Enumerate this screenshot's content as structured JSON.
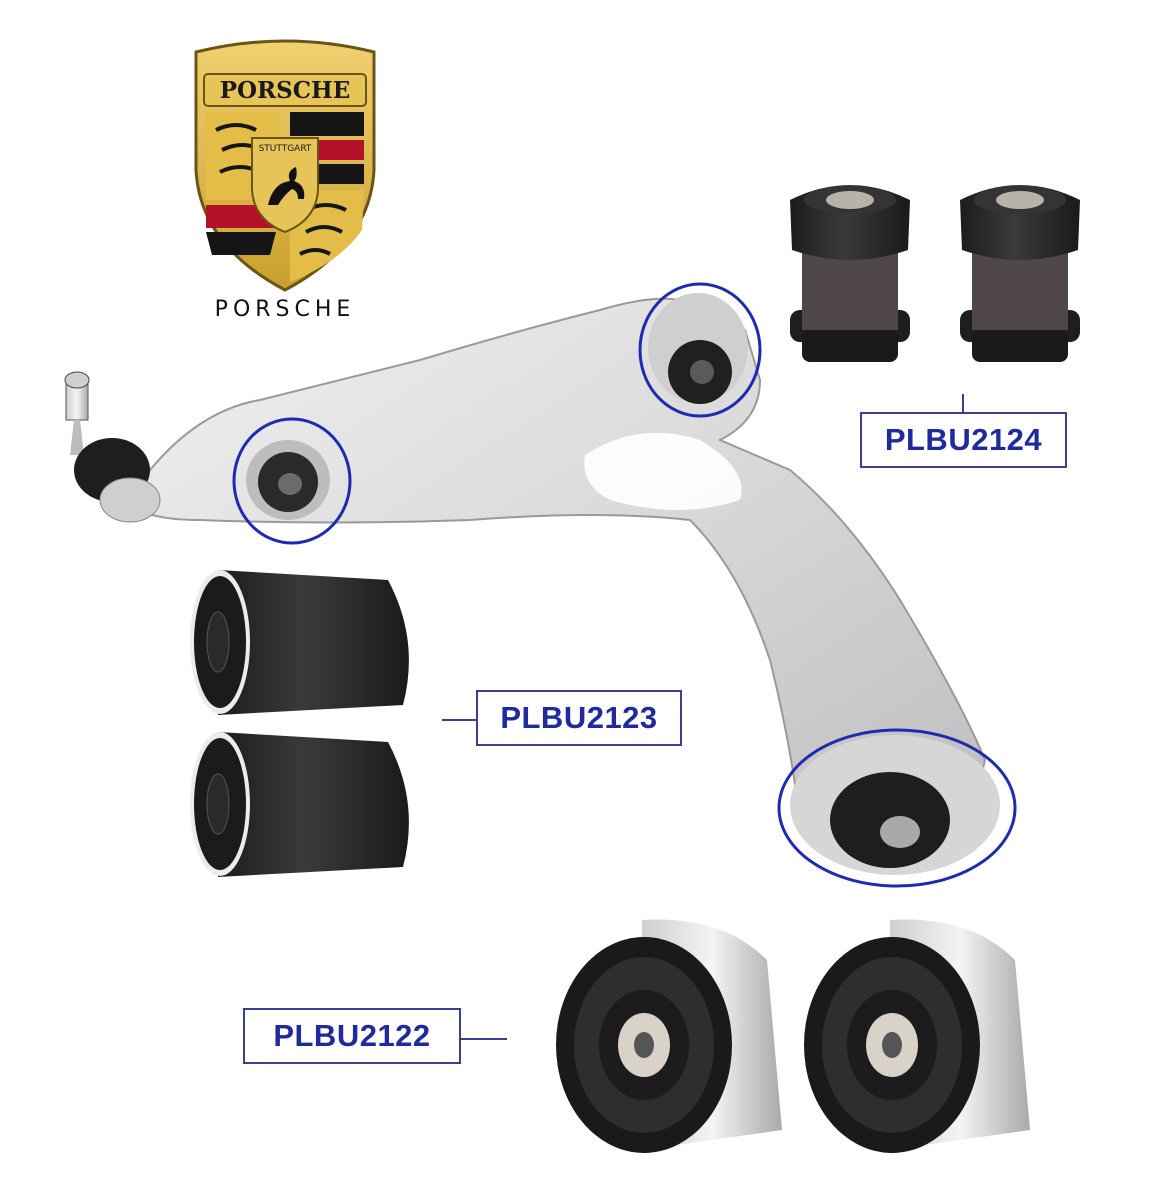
{
  "brand": {
    "crest_top_text": "PORSCHE",
    "crest_center_text": "STUTTGART",
    "wordmark": "PORSCHE"
  },
  "labels": {
    "upper_bushing": "PLBU2124",
    "front_bushing": "PLBU2123",
    "rear_bushing": "PLBU2122"
  },
  "colors": {
    "label_text": "#1f2a9c",
    "label_border": "#3a3f8f",
    "highlight_circle": "#1e2bb0",
    "crest_gold": "#d9b13b",
    "crest_red": "#b3122a",
    "crest_black": "#151515",
    "aluminum": "#dcdcdc",
    "rubber": "#2b2b2b"
  }
}
